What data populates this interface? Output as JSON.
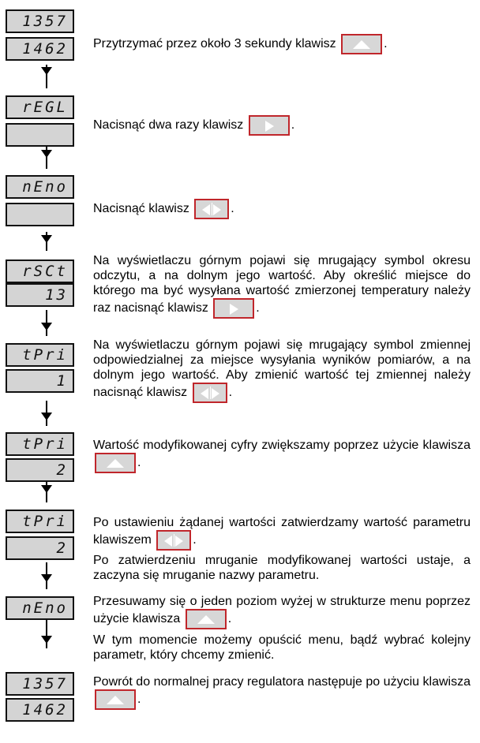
{
  "steps": [
    {
      "upper": "1357",
      "lower": "1462",
      "text": [
        {
          "t": "Przytrzymać przez około 3 sekundy klawisz "
        },
        {
          "key": "up-key-icon"
        },
        {
          "t": "."
        }
      ]
    },
    {
      "upper": "rEGL",
      "lower": "",
      "text": [
        {
          "t": "Nacisnąć dwa razy klawisz "
        },
        {
          "key": "right-key-icon"
        },
        {
          "t": "."
        }
      ]
    },
    {
      "upper": "nEno",
      "lower": "",
      "text": [
        {
          "t": "Nacisnąć klawisz "
        },
        {
          "key": "left-right-key-icon"
        },
        {
          "t": "."
        }
      ]
    },
    {
      "upper": "rSCt",
      "lower": "13",
      "text": [
        {
          "t": "Na wyświetlaczu górnym pojawi się mrugający symbol okresu odczytu, a na dolnym jego wartość. Aby określić miejsce do którego ma być wysyłana wartość zmierzonej temperatury należy raz nacisnąć klawisz "
        },
        {
          "key": "right-key-icon"
        },
        {
          "t": "."
        }
      ]
    },
    {
      "upper": "tPri",
      "lower": "1",
      "text": [
        {
          "t": "Na wyświetlaczu górnym pojawi się mrugający symbol zmiennej odpowiedzialnej za miejsce wysyłania wyników pomiarów, a na dolnym jego wartość. Aby zmienić wartość tej zmiennej  należy nacisnąć klawisz "
        },
        {
          "key": "left-right-key-icon"
        },
        {
          "t": "."
        }
      ]
    },
    {
      "upper": "tPri",
      "lower": "2",
      "text": [
        {
          "t": "Wartość modyfikowanej cyfry zwiększamy poprzez użycie klawisza "
        },
        {
          "key": "up-key-icon"
        },
        {
          "t": "."
        }
      ]
    },
    {
      "upper": "tPri",
      "lower": "2",
      "text": [
        {
          "t": "Po ustawieniu żądanej wartości zatwierdzamy wartość parametru klawiszem "
        },
        {
          "key": "left-right-key-icon"
        },
        {
          "t": "."
        }
      ],
      "text2": "Po zatwierdzeniu mruganie modyfikowanej wartości ustaje, a zaczyna się mruganie nazwy parametru."
    },
    {
      "upper": "nEno",
      "lower": null,
      "text": [
        {
          "t": "Przesuwamy się o jeden poziom wyżej w strukturze menu poprzez użycie klawisza "
        },
        {
          "key": "up-key-icon"
        },
        {
          "t": "."
        }
      ],
      "text2": "W tym momencie możemy opuścić menu, bądź wybrać kolejny parametr, który chcemy zmienić."
    },
    {
      "upper": "1357",
      "lower": "1462",
      "text": [
        {
          "t": "Powrót do normalnej pracy regulatora następuje po użyciu klawisza "
        },
        {
          "key": "up-key-icon"
        },
        {
          "t": "."
        }
      ]
    }
  ]
}
